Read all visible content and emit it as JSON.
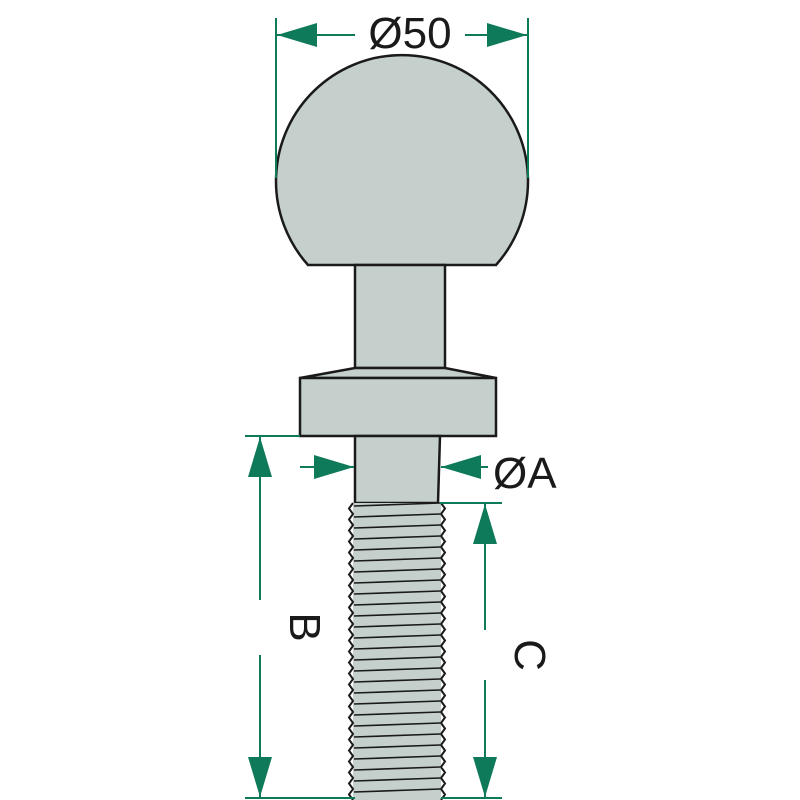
{
  "labels": {
    "ball_diameter": "Ø50",
    "shank_diameter": "ØA",
    "total_length": "B",
    "thread_length": "C"
  },
  "colors": {
    "part_fill": "#c5d0cd",
    "outline": "#1a1a1a",
    "dimension": "#0f7a5a"
  }
}
